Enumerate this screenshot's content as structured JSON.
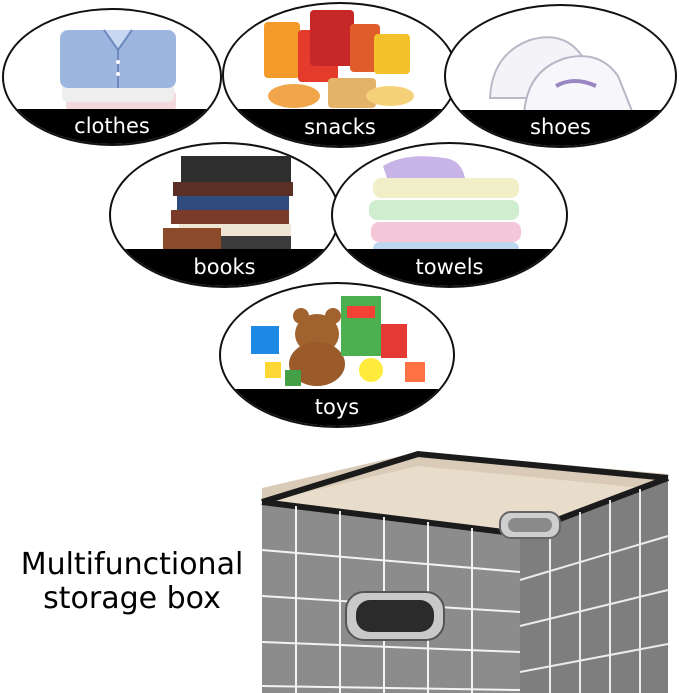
{
  "categories": [
    {
      "id": "clothes",
      "label": "clothes"
    },
    {
      "id": "snacks",
      "label": "snacks"
    },
    {
      "id": "shoes",
      "label": "shoes"
    },
    {
      "id": "books",
      "label": "books"
    },
    {
      "id": "towels",
      "label": "towels"
    },
    {
      "id": "toys",
      "label": "toys"
    }
  ],
  "headline": {
    "line1": "Multifunctional",
    "line2": "storage box"
  },
  "colors": {
    "band": "#000000",
    "box_body": "#8c8c8c",
    "box_lining": "#e8dccb",
    "grid_lines": "#ffffff"
  }
}
